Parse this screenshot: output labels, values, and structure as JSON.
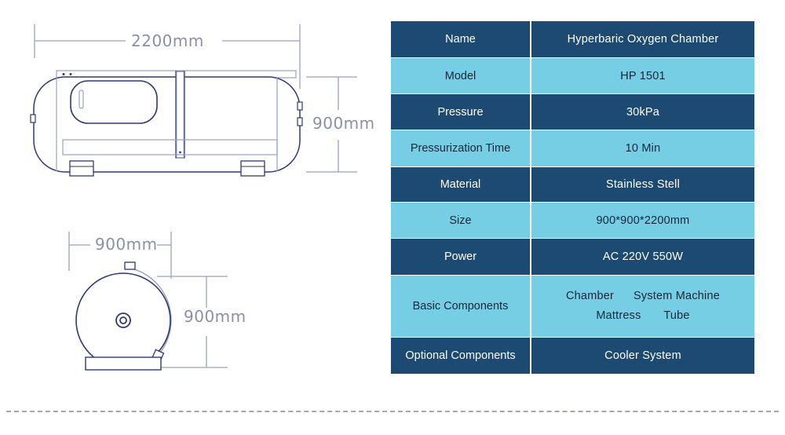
{
  "colors": {
    "table_header_dark": "#1d4a72",
    "table_row_light": "#76cee5",
    "drawing_line": "#2e3a72",
    "drawing_line_light": "#9aa1c0",
    "dimension_text": "#8a90a8"
  },
  "drawings": {
    "side_view": {
      "name": "side-view",
      "length_dimension": "2200mm",
      "height_dimension": "900mm"
    },
    "front_view": {
      "name": "front-view",
      "width_dimension": "900mm",
      "height_dimension": "900mm"
    }
  },
  "spec_table": {
    "rows": [
      {
        "label": "Name",
        "value": "Hyperbaric Oxygen Chamber",
        "style": "dark"
      },
      {
        "label": "Model",
        "value": "HP 1501",
        "style": "light"
      },
      {
        "label": "Pressure",
        "value": "30kPa",
        "style": "dark"
      },
      {
        "label": "Pressurization Time",
        "value": "10 Min",
        "style": "light"
      },
      {
        "label": "Material",
        "value": "Stainless Stell",
        "style": "dark"
      },
      {
        "label": "Size",
        "value": "900*900*2200mm",
        "style": "light"
      },
      {
        "label": "Power",
        "value": "AC 220V   550W",
        "style": "dark"
      },
      {
        "label": "Basic Components",
        "value": "Chamber   System Machine\nMattress   Tube",
        "style": "light",
        "value_lines": [
          {
            "a": "Chamber",
            "b": "System Machine"
          },
          {
            "a": "Mattress",
            "b": "Tube"
          }
        ]
      },
      {
        "label": "Optional Components",
        "value": "Cooler System",
        "style": "dark"
      }
    ]
  }
}
